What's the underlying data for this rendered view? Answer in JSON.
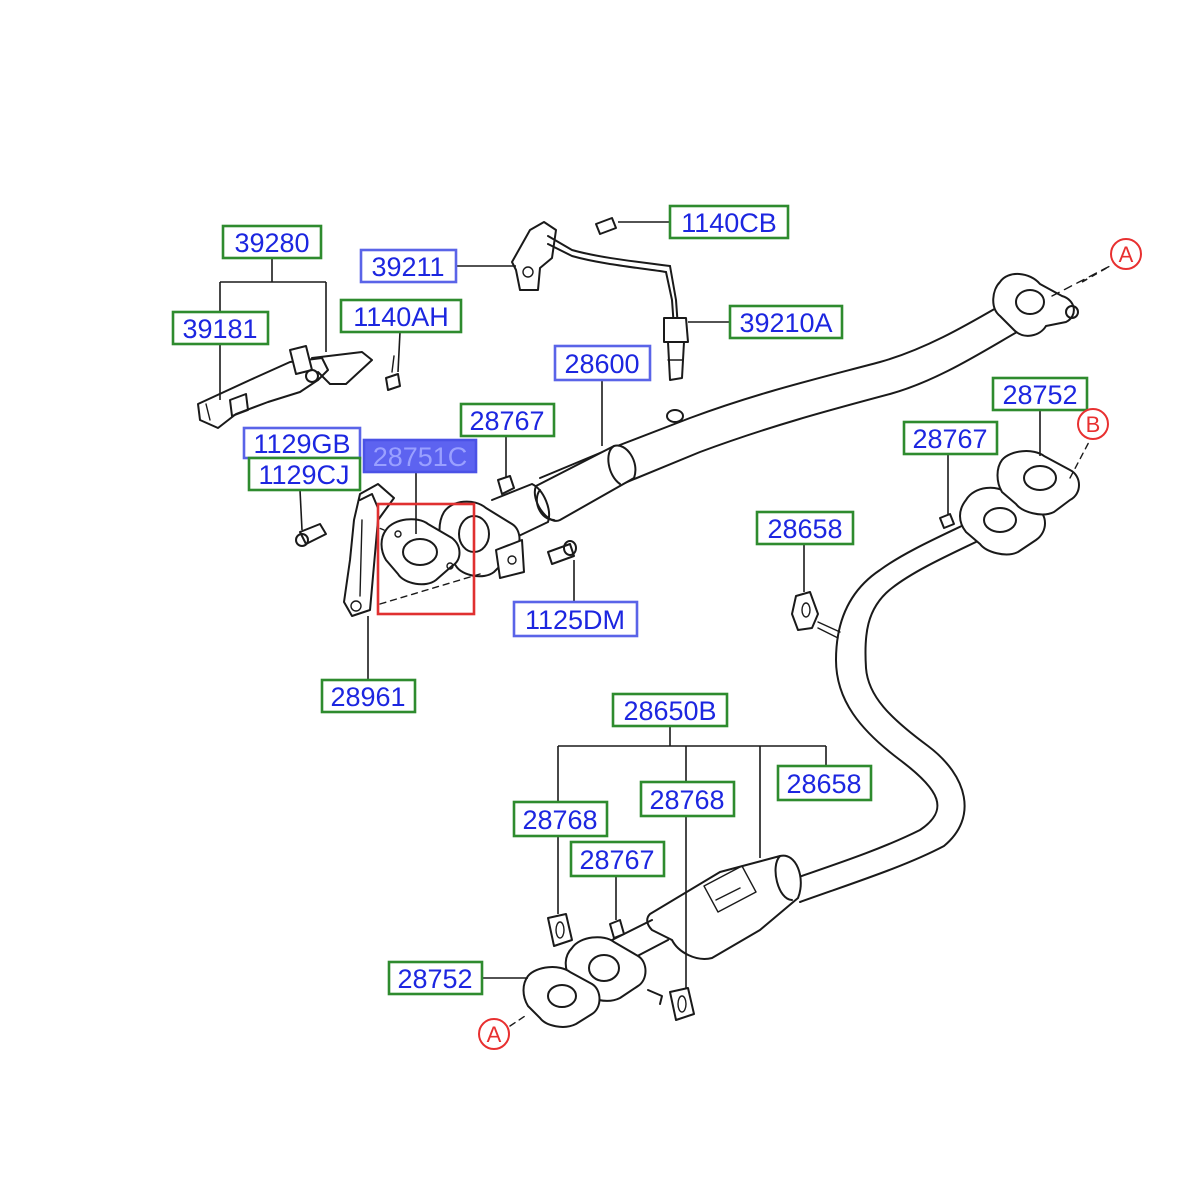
{
  "labels": {
    "p39280": "39280",
    "p39211": "39211",
    "p1140CB": "1140CB",
    "p39181": "39181",
    "p1140AH": "1140AH",
    "p39210A": "39210A",
    "p28600": "28600",
    "p28767_top": "28767",
    "p1129GB": "1129GB",
    "p28751C": "28751C",
    "p1129CJ": "1129CJ",
    "p28752_right": "28752",
    "p28767_right": "28767",
    "p28658_mid": "28658",
    "p1125DM": "1125DM",
    "p28961": "28961",
    "p28650B": "28650B",
    "p28768_left": "28768",
    "p28768_mid": "28768",
    "p28658_low": "28658",
    "p28767_low": "28767",
    "p28752_low": "28752"
  },
  "markers": {
    "a_top": "A",
    "b_right": "B",
    "a_bottom": "A"
  },
  "colors": {
    "label_text": "#1c26e0",
    "green_frame": "#2e8b2e",
    "blue_frame": "#5a64e8",
    "selected_fill": "#5d63f0",
    "marker_red": "#e83030",
    "highlight_red": "#e03030"
  },
  "selected_part": "28751C"
}
